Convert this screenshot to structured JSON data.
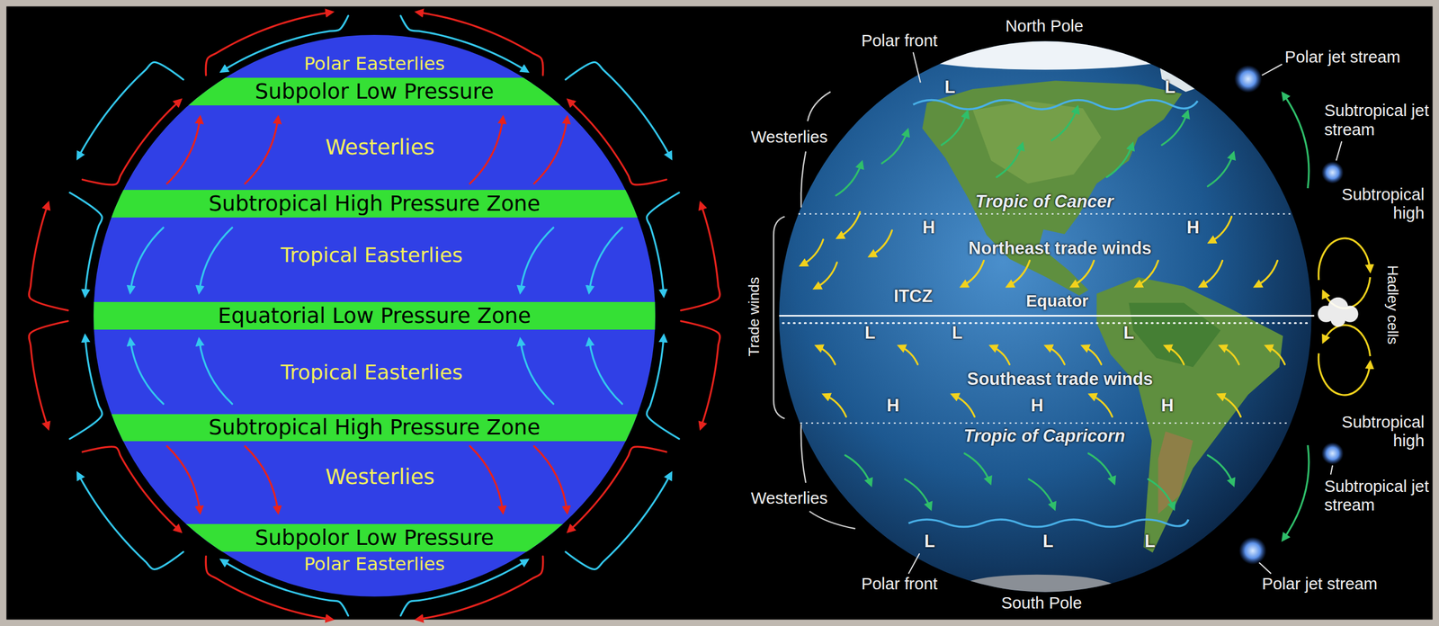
{
  "diagram": {
    "nodes": [
      {
        "text": [
          "Subpolor Low Pressure"
        ]
      },
      {
        "text": [
          "Subtropical High Pressure Zone"
        ]
      },
      {
        "text": [
          "Equatorial Low Pressure Zone"
        ]
      },
      {
        "text": [
          "Subtropical High Pressure Zone"
        ]
      },
      {
        "text": [
          "Subpolor Low Pressure"
        ]
      }
    ],
    "labels": [
      "Polar Easterlies",
      "Westerlies",
      "Tropical Easterlies",
      "Tropical Easterlies",
      "Westerlies",
      "Polar Easterlies",
      "Polar front",
      "North Pole",
      "Polar jet stream",
      "Subtropical jet stream",
      "Subtropical high",
      "Westerlies",
      "L",
      "L",
      "Tropic of Cancer",
      "H",
      "H",
      "Northeast trade winds",
      "Trade winds",
      "Hadley cells",
      "ITCZ",
      "Equator",
      "L",
      "L",
      "L",
      "Southeast trade winds",
      "H",
      "H",
      "H",
      "Tropic of Capricorn",
      "Subtropical high",
      "Subtropical jet stream",
      "Westerlies",
      "L",
      "L",
      "L",
      "Polar front",
      "South Pole",
      "Polar jet stream"
    ]
  }
}
